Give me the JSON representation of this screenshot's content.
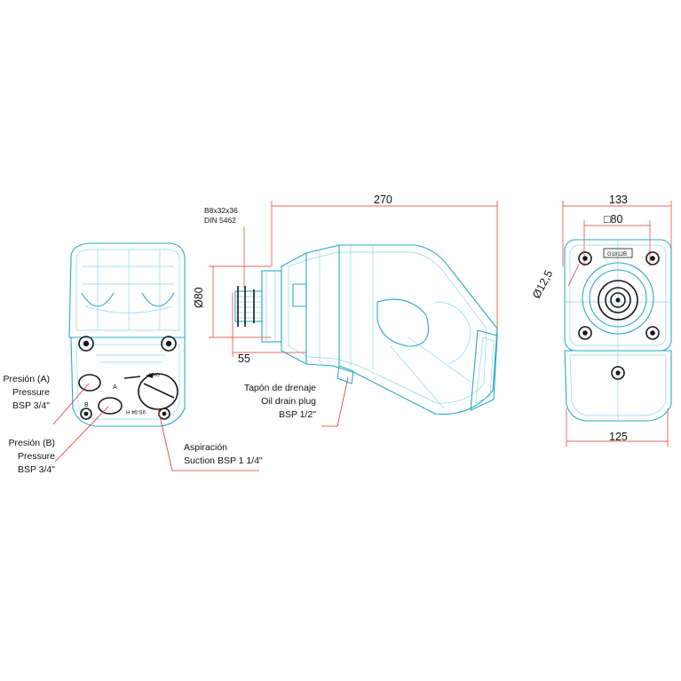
{
  "callouts": {
    "pressure_a": {
      "line1": "Presión (A)",
      "line2": "Pressure",
      "line3": "BSP 3/4\""
    },
    "pressure_b": {
      "line1": "Presión (B)",
      "line2": "Pressure",
      "line3": "BSP  3/4\""
    },
    "suction": {
      "line1": "Aspiración",
      "line2": "Suction BSP 1 1/4\""
    },
    "drain": {
      "line1": "Tapón de drenaje",
      "line2": "Oil drain plug",
      "line3": "BSP 1/2\""
    },
    "shaft": {
      "line1": "B8x32x36",
      "line2": "DIN 5462"
    }
  },
  "dimensions": {
    "length": "270",
    "shaft_diameter": "Ø80",
    "flange_offset": "55",
    "width_top": "133",
    "square": "□80",
    "hole_diameter": "Ø12,5",
    "width_bottom": "125"
  },
  "colors": {
    "outline": "#2aa8c8",
    "thin": "#7fd3e6",
    "leader": "#e0342c",
    "dark": "#1a1a1a"
  }
}
